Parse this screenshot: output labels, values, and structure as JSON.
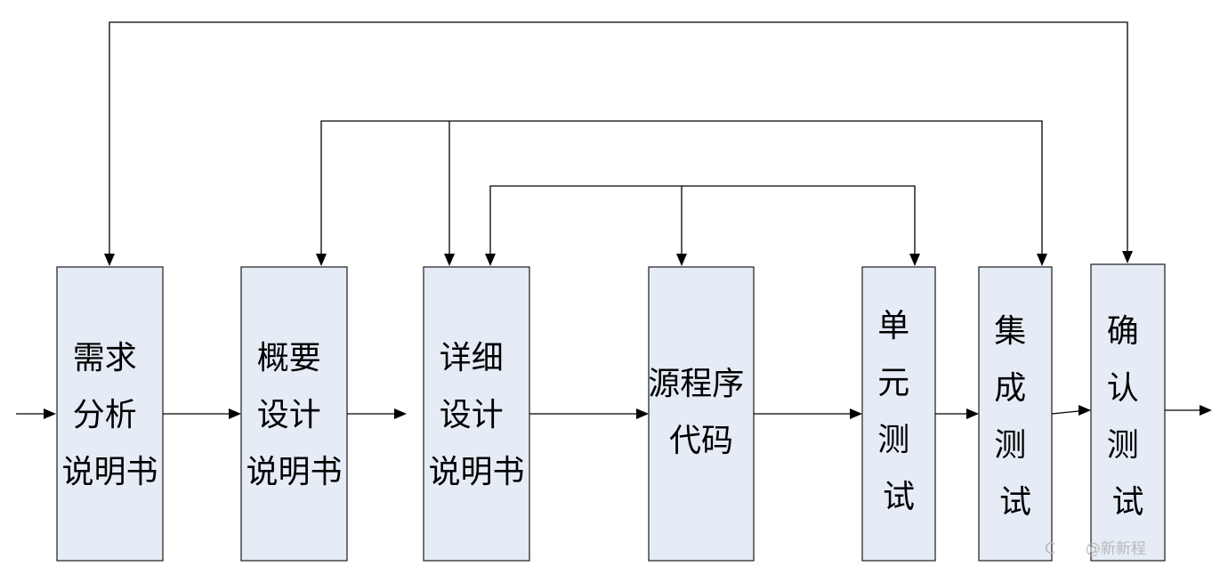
{
  "nodes": [
    {
      "id": "req",
      "lines": [
        "需求",
        "分析",
        "说明书"
      ]
    },
    {
      "id": "hld",
      "lines": [
        "概要",
        "设计",
        "说明书"
      ]
    },
    {
      "id": "dd",
      "lines": [
        "详细",
        "设计",
        "说明书"
      ]
    },
    {
      "id": "src",
      "lines": [
        "源程序",
        "代码"
      ]
    },
    {
      "id": "unit",
      "lines": [
        "单",
        "元",
        "测",
        "试"
      ]
    },
    {
      "id": "integ",
      "lines": [
        "集",
        "成",
        "测",
        "试"
      ]
    },
    {
      "id": "accept",
      "lines": [
        "确",
        "认",
        "测",
        "试"
      ]
    }
  ],
  "watermark": "C　　@新新程"
}
